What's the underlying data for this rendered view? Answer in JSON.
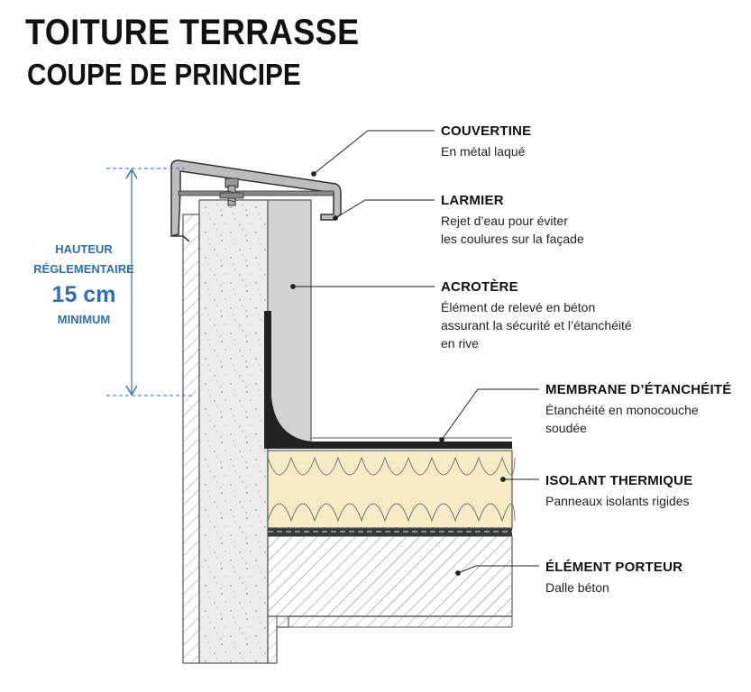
{
  "title": "TOITURE TERRASSE",
  "subtitle": "COUPE DE PRINCIPE",
  "height_annotation": {
    "line1": "HAUTEUR",
    "line2": "RÉGLEMENTAIRE",
    "value": "15 cm",
    "line3": "MINIMUM",
    "color": "#2f6fb0"
  },
  "labels": [
    {
      "name": "COUVERTINE",
      "desc": [
        "En métal laqué"
      ]
    },
    {
      "name": "LARMIER",
      "desc": [
        "Rejet d’eau pour éviter",
        "les coulures sur la façade"
      ]
    },
    {
      "name": "ACROTÈRE",
      "desc": [
        "Élément de relevé en béton",
        "assurant la sécurité et l’étanchéité",
        "en rive"
      ]
    },
    {
      "name": "MEMBRANE D’ÉTANCHÉITÉ",
      "desc": [
        "Étanchéité en monocouche",
        "soudée"
      ]
    },
    {
      "name": "ISOLANT THERMIQUE",
      "desc": [
        "Panneaux isolants rigides"
      ]
    },
    {
      "name": "ÉLÉMENT PORTEUR",
      "desc": [
        "Dalle béton"
      ]
    }
  ],
  "colors": {
    "concrete": "#e9e9e9",
    "acrotere_face": "#d6d6d6",
    "insulation": "#f7ebc6",
    "membrane": "#222222",
    "annotation_blue": "#2f6fb0"
  }
}
